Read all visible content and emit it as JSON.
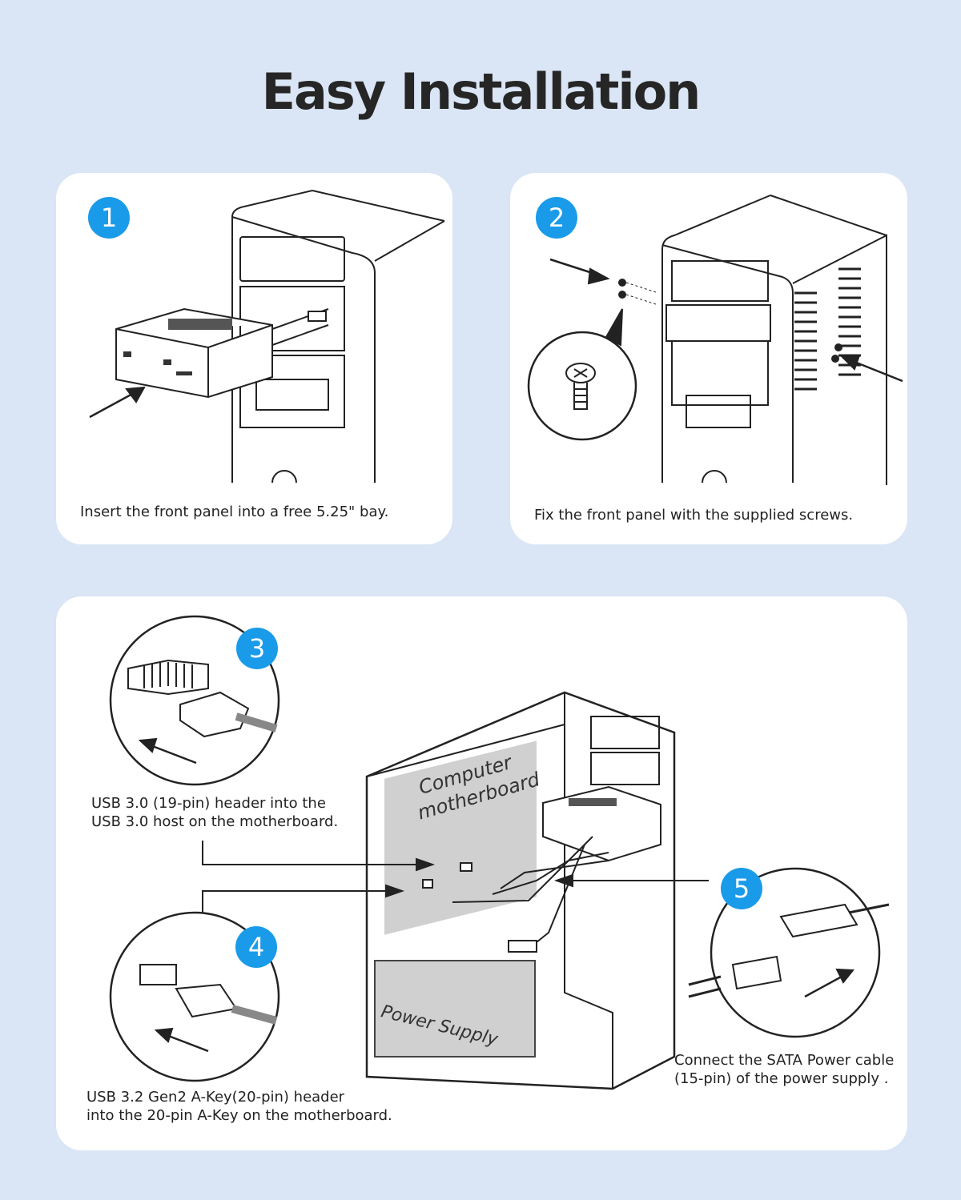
{
  "title": "Easy Installation",
  "colors": {
    "background": "#dae5f5",
    "badge": "#1a9bea",
    "card": "#ffffff"
  },
  "steps": [
    {
      "number": "1",
      "caption": "Insert the front panel into a free 5.25\" bay."
    },
    {
      "number": "2",
      "caption": "Fix the front panel with the supplied screws."
    },
    {
      "number": "3",
      "caption_line1": "USB 3.0 (19-pin) header into the",
      "caption_line2": "USB 3.0 host on the motherboard."
    },
    {
      "number": "4",
      "caption_line1": "USB 3.2 Gen2 A-Key(20-pin) header",
      "caption_line2": "into the 20-pin A-Key on the motherboard."
    },
    {
      "number": "5",
      "caption_line1": "Connect the SATA Power cable",
      "caption_line2": "(15-pin) of the power supply ."
    }
  ],
  "diagram_labels": {
    "motherboard_line1": "Computer",
    "motherboard_line2": "motherboard",
    "power_supply": "Power Supply"
  }
}
